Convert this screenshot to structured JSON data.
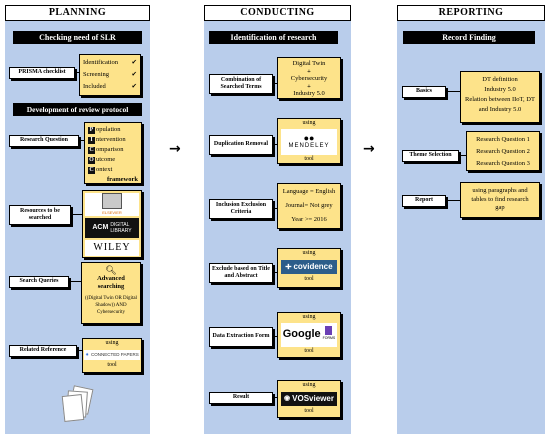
{
  "headers": {
    "planning": "PLANNING",
    "conducting": "CONDUCTING",
    "reporting": "REPORTING"
  },
  "planning": {
    "checking": "Checking need of SLR",
    "prisma_label": "PRISMA checklist",
    "prisma_items": [
      "Identification",
      "Screening",
      "Included"
    ],
    "check_mark": "✔",
    "development": "Development of review protocol",
    "rq_label": "Research Question",
    "pico_letters": [
      "P",
      "I",
      "C",
      "O",
      "C"
    ],
    "pico_rest": [
      "opulation",
      "ntervention",
      "omparison",
      "utcome",
      "ontext"
    ],
    "framework": "framework",
    "resources_label": "Resources to be searched",
    "logos": {
      "elsevier": "ELSEVIER",
      "acm": "ACM",
      "acm_digital": "DIGITAL",
      "acm_library": "LIBRARY",
      "wiley": "WILEY"
    },
    "queries_label": "Search Queries",
    "advanced": "Advanced searching",
    "query_text": "((Digital Twin OR Digital Shadow)) AND Cybersecurity",
    "related_label": "Related Reference",
    "using": "using",
    "connected_papers": "CONNECTED PAPERS",
    "tool": "tool"
  },
  "conducting": {
    "identification": "Identification of research",
    "combination_label": "Combination of Searched Terms",
    "terms": [
      "Digital Twin",
      "+",
      "Cybersecurity",
      "+",
      "Industry 5.0"
    ],
    "duplication_label": "Duplication Removal",
    "using": "using",
    "mendeley": "MENDELEY",
    "tool": "tool",
    "criteria_label": "Inclusion Exclusion Criteria",
    "criteria": [
      "Language = English",
      "Journal= Not grey",
      "Year >= 2016"
    ],
    "exclude_label": "Exclude based on Title and Abstract",
    "covidence": "covidence",
    "extraction_label": "Data Extraction Form",
    "google": "Google",
    "forms": "FORMS",
    "result_label": "Result",
    "vosviewer": "VOSviewer"
  },
  "reporting": {
    "record": "Record Finding",
    "basics_label": "Basics",
    "basics": [
      "DT definition",
      "Industry 5.0",
      "Relation between IIoT, DT and Industry 5.0"
    ],
    "theme_label": "Theme Selection",
    "themes": [
      "Research Question 1",
      "Research Question 2",
      "Research Question 3"
    ],
    "report_label": "Report",
    "report_text": "using paragraphs and tables to find research gap"
  },
  "arrows": [
    "→",
    "→"
  ],
  "colors": {
    "column_bg": "#b9cdeb",
    "highlight": "#fde38a",
    "dark": "#000000"
  }
}
